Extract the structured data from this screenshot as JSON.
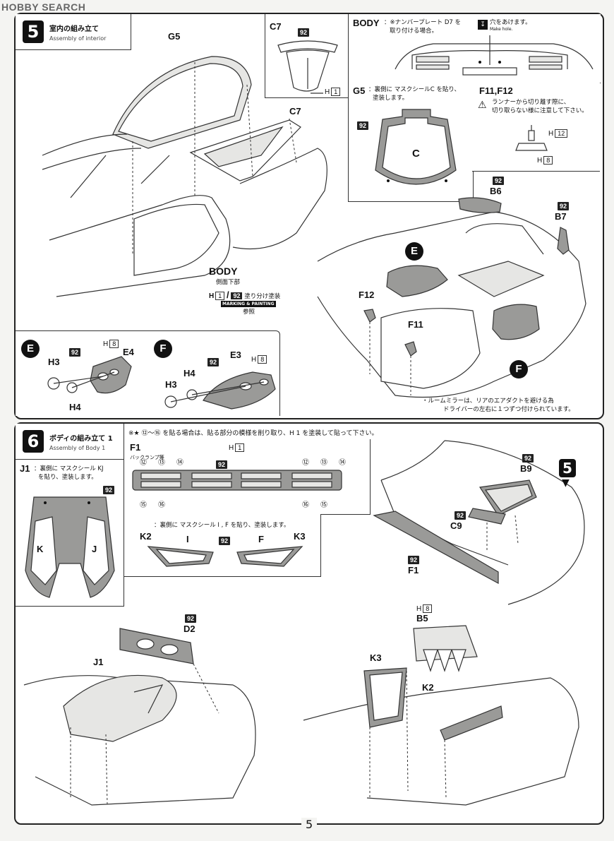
{
  "watermark": "HOBBY SEARCH",
  "page_number": "5",
  "step5": {
    "number": "5",
    "title_jp": "室内の組み立て",
    "title_en": "Assembly of interior",
    "labels": {
      "g5": "G5",
      "c7_main": "C7",
      "body": "BODY",
      "body_note": "側面下部",
      "body_h": "H",
      "body_h_num": "1",
      "body_slash": "/",
      "body_92": "92",
      "body_paint": "塗り分け塗装",
      "marking": "MARKING & PAINTING",
      "sankou": "参照"
    },
    "c7_inset": {
      "label": "C7",
      "badge": "92",
      "h_label": "H",
      "h_num": "1"
    },
    "body_inset": {
      "label": "BODY",
      "note_line1": "：※ナンバープレート D7 を",
      "note_line2": "取り付ける場合。",
      "hole_jp": "穴をあけます。",
      "hole_en": "Make hole."
    },
    "g5_inset": {
      "label": "G5",
      "note_line1": "：裏側に マスクシールC を貼り、",
      "note_line2": "塗装します。",
      "badge": "92",
      "part": "C"
    },
    "f11f12_inset": {
      "label": "F11,F12",
      "warn_line1": "ランナーから切り離す際に、",
      "warn_line2": "切り取らない様に注意して下さい。",
      "h_top": "H",
      "h_top_num": "12",
      "h_bot": "H",
      "h_bot_num": "8"
    },
    "right_scene": {
      "b6_badge": "92",
      "b6": "B6",
      "b7_badge": "92",
      "b7": "B7",
      "e_marker": "E",
      "f_marker": "F",
      "f12": "F12",
      "f11": "F11",
      "note_line1": "・ルームミラーは、リアのエアダクトを避ける為",
      "note_line2": "ドライバーの左右に１つずつ付けられています。"
    },
    "sub_e": {
      "marker": "E",
      "badge": "92",
      "h": "H",
      "h_num": "8",
      "e4": "E4",
      "h3": "H3",
      "h4": "H4"
    },
    "sub_f": {
      "marker": "F",
      "badge": "92",
      "e3": "E3",
      "h": "H",
      "h_num": "8",
      "h4": "H4",
      "h3": "H3"
    }
  },
  "step6": {
    "number": "6",
    "title_jp": "ボディの組み立て 1",
    "title_en": "Assembly of Body 1",
    "header_note": "※★ ⑫～⑯ を貼る場合は、貼る部分の模様を削り取り、H 1 を塗装して貼って下さい。",
    "f1_inset": {
      "label": "F1",
      "sub": "バックランプ等",
      "h": "H",
      "h_num": "1",
      "badge": "92",
      "decals_top_left": [
        "⑫",
        "⑬",
        "⑭"
      ],
      "decals_top_right": [
        "⑫",
        "⑬",
        "⑭"
      ],
      "decals_bottom_left": [
        "⑮",
        "⑯"
      ],
      "decals_bottom_right": [
        "⑯",
        "⑮"
      ]
    },
    "j1_inset": {
      "label": "J1",
      "note_line1": "：裏側に マスクシール KJ",
      "note_line2": "を貼り、塗装します。",
      "badge": "92",
      "part_k": "K",
      "part_j": "J"
    },
    "k_inset": {
      "note": "：裏側に マスクシール I , F を貼り、塗装します。",
      "k2": "K2",
      "i": "I",
      "badge": "92",
      "f": "F",
      "k3": "K3"
    },
    "right_scene": {
      "b9_badge": "92",
      "b9": "B9",
      "c9_badge": "92",
      "c9": "C9",
      "f1_badge": "92",
      "f1": "F1",
      "step_ref": "5"
    },
    "lower_left": {
      "d2_badge": "92",
      "d2": "D2",
      "j1": "J1"
    },
    "lower_right": {
      "h": "H",
      "h_num": "8",
      "b5": "B5",
      "k3": "K3",
      "k2": "K2"
    }
  }
}
